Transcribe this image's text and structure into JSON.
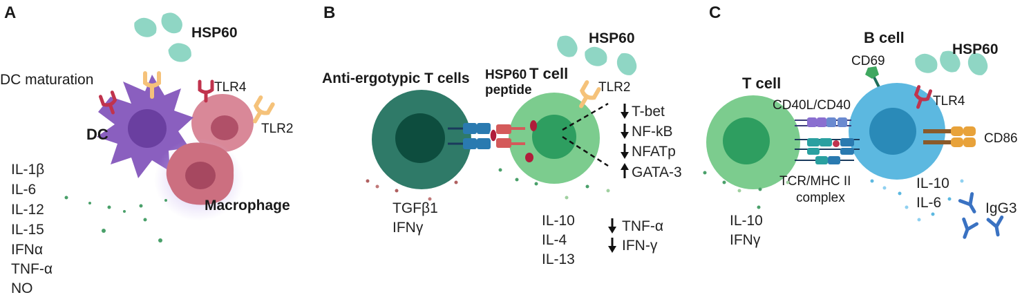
{
  "panels": [
    {
      "letter": "A",
      "hsp": "HSP60",
      "dc_maturation": "DC maturation",
      "tlr4": "TLR4",
      "tlr2": "TLR2",
      "dc": "DC",
      "macrophage": "Macrophage",
      "cytokines": [
        "IL-1β",
        "IL-6",
        "IL-12",
        "IL-15",
        "IFNα",
        "TNF-α",
        "NO"
      ]
    },
    {
      "letter": "B",
      "hsp": "HSP60",
      "anti_ergotypic": "Anti-ergotypic T cells",
      "peptide_line1": "HSP60",
      "peptide_line2": "peptide",
      "tcell": "T cell",
      "tlr2": "TLR2",
      "regulation": [
        {
          "dir": "down",
          "text": "T-bet"
        },
        {
          "dir": "down",
          "text": "NF-kB"
        },
        {
          "dir": "down",
          "text": "NFATp"
        },
        {
          "dir": "up",
          "text": "GATA-3"
        }
      ],
      "left_cytokines": [
        "TGFβ1",
        "IFNγ"
      ],
      "tcell_cytokines": [
        "IL-10",
        "IL-4",
        "IL-13"
      ],
      "decreased": [
        {
          "dir": "down",
          "text": "TNF-α"
        },
        {
          "dir": "down",
          "text": "IFN-γ"
        }
      ]
    },
    {
      "letter": "C",
      "bcell": "B cell",
      "hsp": "HSP60",
      "cd69": "CD69",
      "tcell": "T cell",
      "cd40": "CD40L/CD40",
      "tlr4": "TLR4",
      "cd86": "CD86",
      "tcr_line1": "TCR/MHC II",
      "tcr_line2": "complex",
      "bcell_cytokines": [
        "IL-10",
        "IL-6"
      ],
      "igg": "IgG3",
      "tcell_cytokines": [
        "IL-10",
        "IFNγ"
      ]
    }
  ],
  "colors": {
    "hsp60": "#8fd6c4",
    "tlr4": "#c0334d",
    "tlr2": "#f5c27a",
    "dc": "#8a5fbf",
    "macrophage": "#cc6f80",
    "anti_ergotypic": "#2f7a68",
    "tcell": "#7ccc8e",
    "bcell": "#5cb8e0",
    "igg": "#3a72c2"
  }
}
